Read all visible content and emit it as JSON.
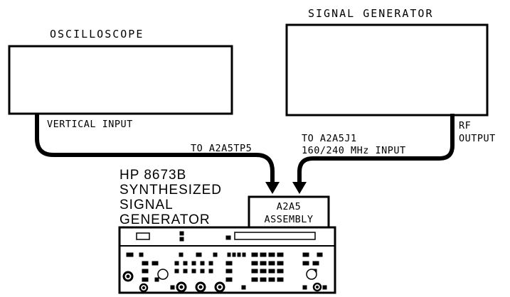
{
  "signal_generator": {
    "title": "SIGNAL GENERATOR",
    "port_label": "RF",
    "port_label_2": "OUTPUT"
  },
  "oscilloscope": {
    "title": "OSCILLOSCOPE",
    "port_label": "VERTICAL INPUT"
  },
  "connections": {
    "to_tp_label": "TO A2A5TP5",
    "to_j1_label_1": "TO A2A5J1",
    "to_j1_label_2": "160/240 MHz INPUT"
  },
  "instrument": {
    "line1": "HP 8673B",
    "line2": "SYNTHESIZED",
    "line3": "SIGNAL",
    "line4": "GENERATOR"
  },
  "assembly": {
    "line1": "A2A5",
    "line2": "ASSEMBLY"
  },
  "colors": {
    "ink": "#000000",
    "paper": "#ffffff"
  }
}
